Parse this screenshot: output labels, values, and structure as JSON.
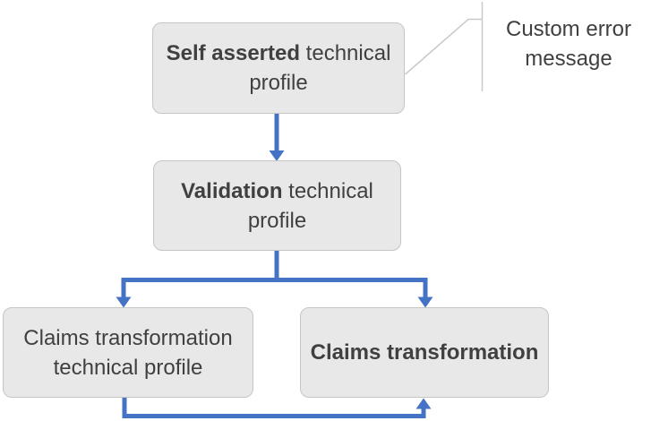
{
  "colors": {
    "accent": "#4472c4",
    "box-fill": "#e9e8e8",
    "box-border": "#c6c5c5",
    "text-color": "#404040",
    "callout-line": "#c9c9c9",
    "background": "#ffffff"
  },
  "nodes": {
    "self_asserted": {
      "bold": "Self asserted",
      "rest": " technical profile"
    },
    "validation": {
      "bold": "Validation",
      "rest": " technical profile"
    },
    "claims_transformation_profile": {
      "bold": "",
      "rest": "Claims transformation technical profile"
    },
    "claims_transformation": {
      "bold": "Claims transformation",
      "rest": ""
    }
  },
  "callout": {
    "label": "Custom error message"
  }
}
